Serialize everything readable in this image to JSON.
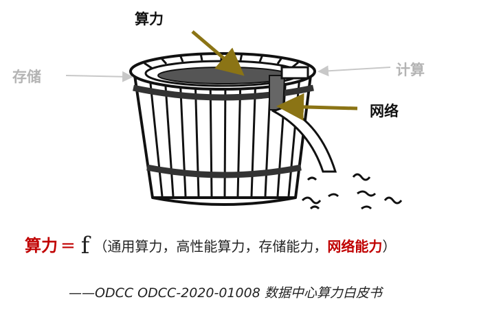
{
  "labels": {
    "compute": "算力",
    "storage": "存储",
    "calc": "计算",
    "network": "网络"
  },
  "formula": {
    "lhs": "算力",
    "equals": "=",
    "func": "f",
    "open_paren": "（",
    "term1": "通用算力",
    "sep1": "，",
    "term2": "高性能算力",
    "sep2": "，",
    "term3": "存储能力",
    "sep3": "，",
    "term4": "网络能力",
    "close_paren": "）"
  },
  "citation": "——ODCC ODCC-2020-01008 数据中心算力白皮书",
  "colors": {
    "arrow": "#8b7415",
    "grey_arrow": "#c8c8c8",
    "red": "#c00000",
    "ink": "#111111"
  }
}
